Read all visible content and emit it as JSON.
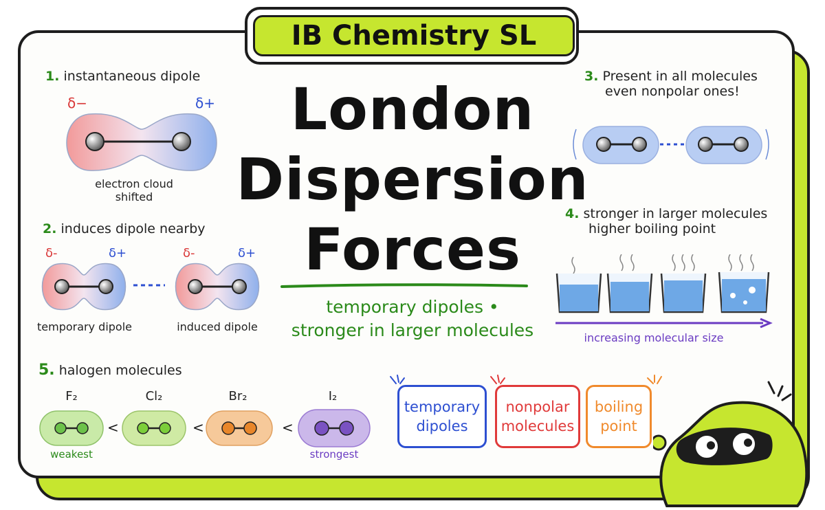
{
  "header": {
    "title": "IB Chemistry SL"
  },
  "main": {
    "title_line1": "London",
    "title_line2": "Dispersion",
    "title_line3": "Forces",
    "subtitle_line1": "temporary dipoles •",
    "subtitle_line2": "stronger in larger molecules"
  },
  "section1": {
    "number": "1.",
    "heading": "instantaneous dipole",
    "delta_minus": "δ−",
    "delta_plus": "δ+",
    "caption_line1": "electron cloud",
    "caption_line2": "shifted"
  },
  "section2": {
    "number": "2.",
    "heading": "induces dipole nearby",
    "left": {
      "delta_minus": "δ-",
      "delta_plus": "δ+",
      "caption": "temporary dipole"
    },
    "right": {
      "delta_minus": "δ-",
      "delta_plus": "δ+",
      "caption": "induced dipole"
    }
  },
  "section3": {
    "number": "3.",
    "line1": "Present in all molecules",
    "line2": "even nonpolar ones!"
  },
  "section4": {
    "number": "4.",
    "line1": "stronger in larger molecules",
    "line2": "higher boiling point",
    "arrow_label": "increasing molecular size"
  },
  "section5": {
    "number": "5.",
    "heading": "halogen molecules",
    "molecules": [
      {
        "label": "F₂",
        "caption": "weakest",
        "color": "#8fd36b"
      },
      {
        "label": "Cl₂",
        "caption": "",
        "color": "#a9dd76"
      },
      {
        "label": "Br₂",
        "caption": "",
        "color": "#f1a35a"
      },
      {
        "label": "I₂",
        "caption": "strongest",
        "color": "#9b7bd3"
      }
    ],
    "less_than": "<"
  },
  "tags": [
    {
      "line1": "temporary",
      "line2": "dipoles",
      "color": "#2d4fd1"
    },
    {
      "line1": "nonpolar",
      "line2": "molecules",
      "color": "#e03a3a"
    },
    {
      "line1": "boiling",
      "line2": "point",
      "color": "#f08a2c"
    }
  ],
  "colors": {
    "accent": "#c6e62f",
    "green_text": "#2b8a1a",
    "purple_arrow": "#6a3bc2"
  }
}
